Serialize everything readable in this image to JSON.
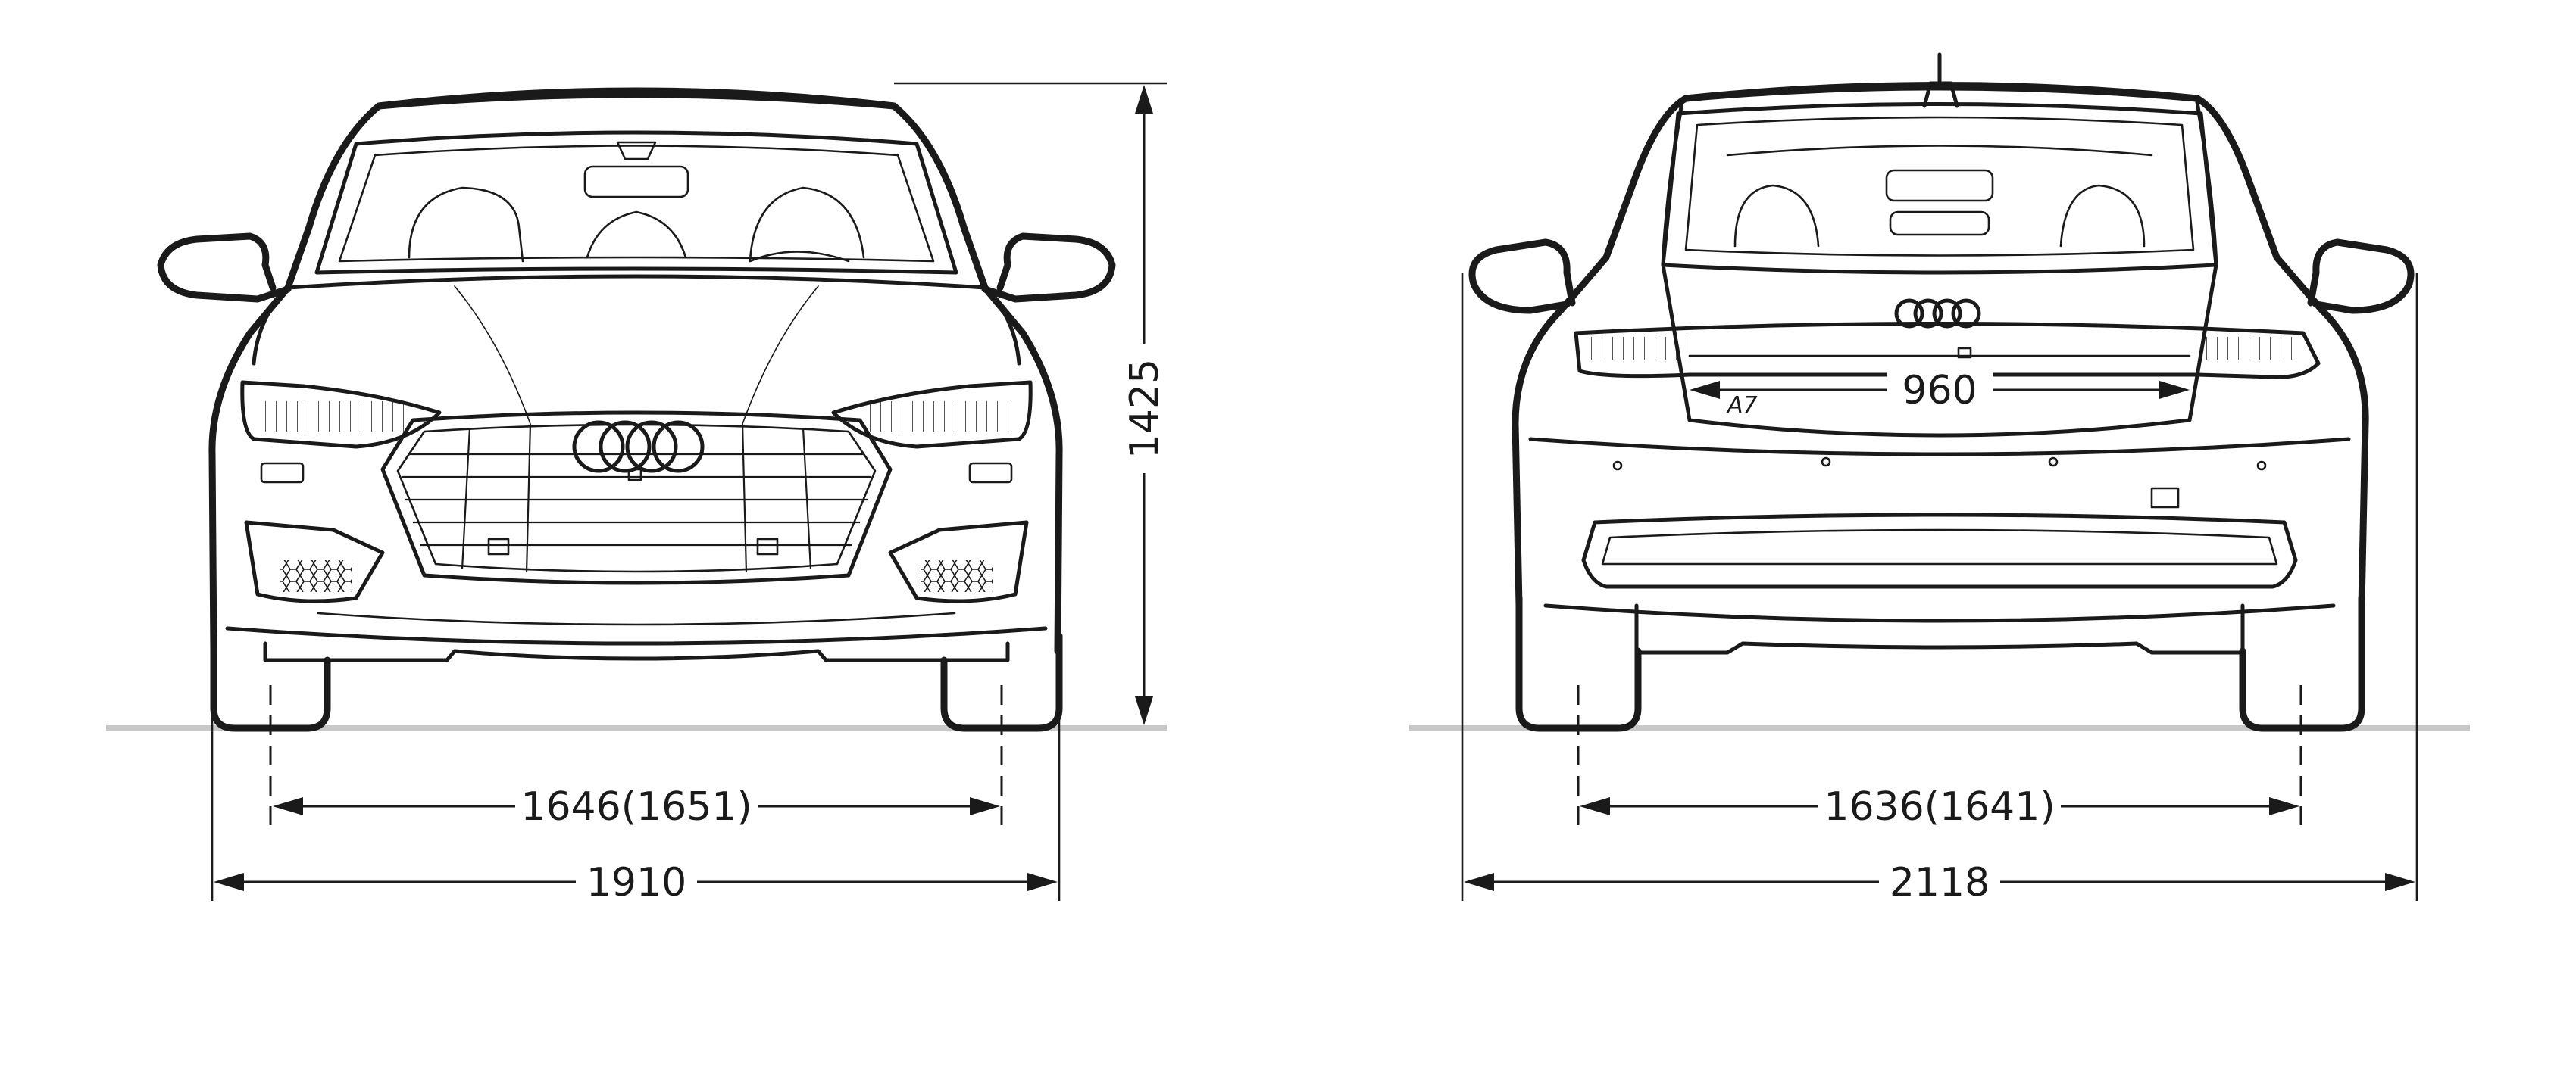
{
  "dimensions": {
    "height": "1425",
    "front_track": "1646(1651)",
    "front_width": "1910",
    "rear_track": "1636(1641)",
    "rear_width": "2118",
    "tailgate_width": "960"
  },
  "badges": {
    "rear_model": "A7"
  }
}
